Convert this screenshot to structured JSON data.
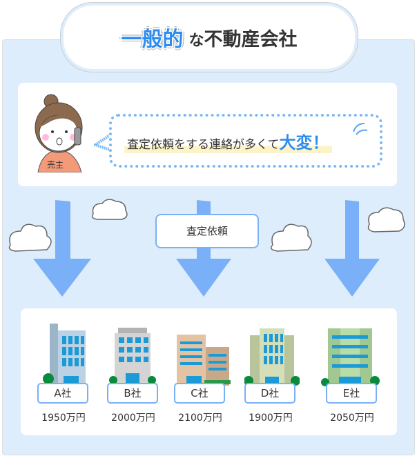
{
  "title": {
    "highlight": "一般的",
    "rest_kana": "な",
    "rest": "不動産会社"
  },
  "seller": {
    "label": "売主",
    "message": "査定依頼をする連絡が多くて",
    "message_emphasis": "大変！"
  },
  "request_label": "査定依頼",
  "companies": [
    {
      "name": "A社",
      "price": "1950万円"
    },
    {
      "name": "B社",
      "price": "2000万円"
    },
    {
      "name": "C社",
      "price": "2100万円"
    },
    {
      "name": "D社",
      "price": "1900万円"
    },
    {
      "name": "E社",
      "price": "2050万円"
    }
  ],
  "colors": {
    "accent": "#2d8cf0",
    "panel": "#deedfc",
    "arrow": "#7ab0f7"
  }
}
